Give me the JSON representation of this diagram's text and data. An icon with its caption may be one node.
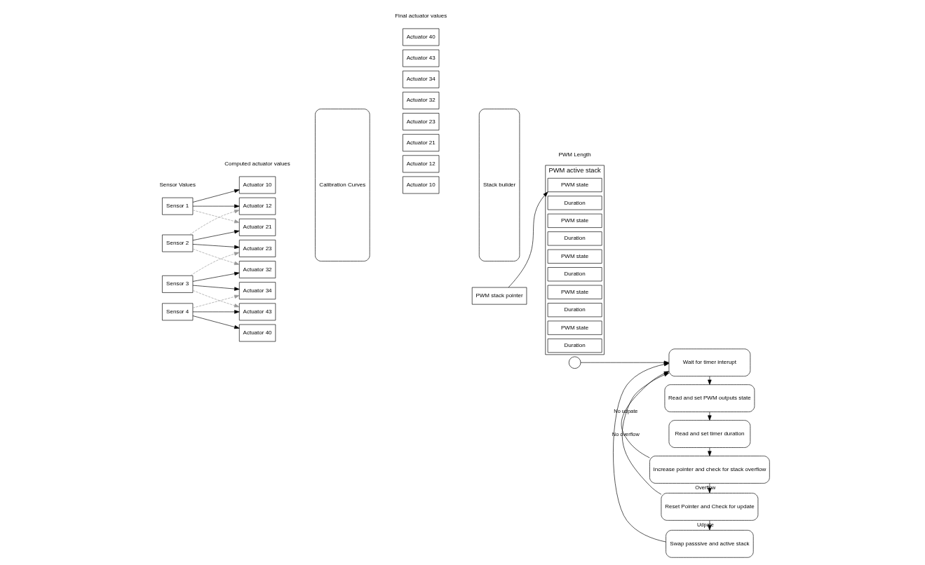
{
  "diagram": {
    "nodes": [
      {
        "text": [
          "Sensor 1"
        ]
      },
      {
        "text": [
          "Sensor 2"
        ]
      },
      {
        "text": [
          "Sensor 3"
        ]
      },
      {
        "text": [
          "Sensor 4"
        ]
      },
      {
        "text": [
          "Actuator 10"
        ]
      },
      {
        "text": [
          "Actuator 12"
        ]
      },
      {
        "text": [
          "Actuator 21"
        ]
      },
      {
        "text": [
          "Actuator 23"
        ]
      },
      {
        "text": [
          "Actuator 32"
        ]
      },
      {
        "text": [
          "Actuator 34"
        ]
      },
      {
        "text": [
          "Actuator 43"
        ]
      },
      {
        "text": [
          "Actuator 40"
        ]
      },
      {
        "text": [
          "Calibration Curves"
        ]
      },
      {
        "text": [
          "Actuator 10"
        ]
      },
      {
        "text": [
          "Actuator 12"
        ]
      },
      {
        "text": [
          "Actuator 21"
        ]
      },
      {
        "text": [
          "Actuator 23"
        ]
      },
      {
        "text": [
          "Actuator 32"
        ]
      },
      {
        "text": [
          "Actuator 34"
        ]
      },
      {
        "text": [
          "Actuator 43"
        ]
      },
      {
        "text": [
          "Actuator 40"
        ]
      },
      {
        "text": [
          "Stack builder"
        ]
      },
      {
        "text": [
          "PWM active stack"
        ]
      },
      {
        "text": [
          "PWM state"
        ],
        "in": 22
      },
      {
        "text": [
          "Duration"
        ],
        "in": 22
      },
      {
        "text": [
          "PWM state"
        ],
        "in": 22
      },
      {
        "text": [
          "Duration"
        ],
        "in": 22
      },
      {
        "text": [
          "PWM state"
        ],
        "in": 22
      },
      {
        "text": [
          "Duration"
        ],
        "in": 22
      },
      {
        "text": [
          "PWM state"
        ],
        "in": 22
      },
      {
        "text": [
          "Duration"
        ],
        "in": 22
      },
      {
        "text": [
          "PWM state"
        ],
        "in": 22
      },
      {
        "text": [
          "Duration"
        ],
        "in": 22
      },
      {
        "text": [
          "PWM stack pointer"
        ]
      },
      {
        "text": [],
        "shape": "circle"
      },
      {
        "text": [
          "Wait for timer interupt"
        ]
      },
      {
        "text": [
          "Read and set PWM outputs state"
        ]
      },
      {
        "text": [
          "Read and set timer duration"
        ]
      },
      {
        "text": [
          "Increase pointer and check for stack overflow"
        ]
      },
      {
        "text": [
          "Reset Pointer and Check for update"
        ]
      },
      {
        "text": [
          "Swap passsive and active stack"
        ]
      }
    ],
    "edges": [
      {
        "from": 0,
        "to": 4,
        "arrow": "to"
      },
      {
        "from": 0,
        "to": 5,
        "arrow": "to"
      },
      {
        "from": 0,
        "to": 6,
        "arrow": "to",
        "style": "dashed",
        "color": "#999999"
      },
      {
        "from": 1,
        "to": 5,
        "arrow": "to",
        "style": "dashed",
        "color": "#999999"
      },
      {
        "from": 1,
        "to": 6,
        "arrow": "to"
      },
      {
        "from": 1,
        "to": 7,
        "arrow": "to"
      },
      {
        "from": 1,
        "to": 8,
        "arrow": "to",
        "style": "dashed",
        "color": "#999999"
      },
      {
        "from": 2,
        "to": 7,
        "arrow": "to",
        "style": "dashed",
        "color": "#999999"
      },
      {
        "from": 2,
        "to": 8,
        "arrow": "to"
      },
      {
        "from": 2,
        "to": 9,
        "arrow": "to"
      },
      {
        "from": 2,
        "to": 10,
        "arrow": "to",
        "style": "dashed",
        "color": "#999999"
      },
      {
        "from": 3,
        "to": 9,
        "arrow": "to",
        "style": "dashed",
        "color": "#999999"
      },
      {
        "from": 3,
        "to": 10,
        "arrow": "to"
      },
      {
        "from": 3,
        "to": 11,
        "arrow": "to"
      },
      {
        "from": 33,
        "to": 23,
        "arrow": "to"
      },
      {
        "from": 34,
        "to": 35,
        "arrow": "to"
      },
      {
        "from": 35,
        "to": 36,
        "arrow": "to"
      },
      {
        "from": 36,
        "to": 37,
        "arrow": "to"
      },
      {
        "from": 37,
        "to": 38,
        "arrow": "to"
      },
      {
        "from": 38,
        "to": 39,
        "label": "Overflow",
        "arrow": "to"
      },
      {
        "from": 39,
        "to": 40,
        "label": "Udpate",
        "arrow": "to"
      },
      {
        "from": 38,
        "to": 35,
        "label": "No overflow",
        "arrow": "to"
      },
      {
        "from": 39,
        "to": 35,
        "label": "No udpate",
        "arrow": "to"
      },
      {
        "from": 40,
        "to": 35,
        "arrow": "to"
      }
    ],
    "labels": [
      "Sensor Values",
      "Computed actuator values",
      "Final actuator values",
      "PWM Length"
    ]
  }
}
